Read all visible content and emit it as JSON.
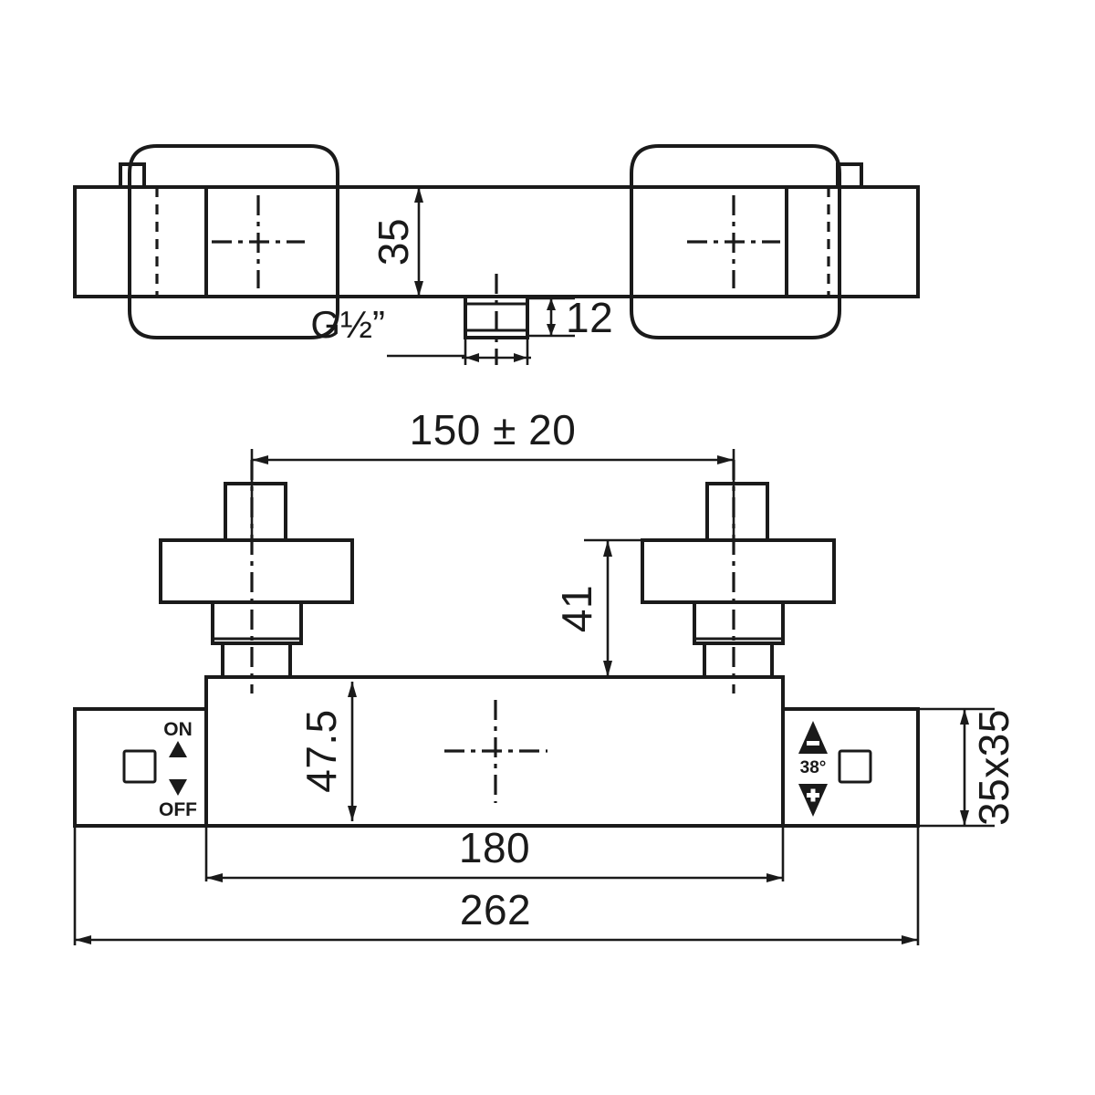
{
  "drawing": {
    "title": "Thermostatic shower mixer valve - dimensioned technical drawing",
    "line_color": "#1a1a1a",
    "background_color": "#ffffff",
    "views": [
      {
        "name": "top-view",
        "label": ""
      },
      {
        "name": "front-view",
        "label": ""
      }
    ]
  },
  "dimensions": {
    "top_view_height": "35",
    "outlet_thread": "G½”",
    "outlet_length": "12",
    "inlet_spacing": "150 ± 20",
    "inlet_height": "41",
    "body_height": "47.5",
    "body_width": "180",
    "overall_width": "262",
    "cross_section": "35x35"
  },
  "controls": {
    "left_panel": {
      "name": "flow-control",
      "top_label": "ON",
      "bottom_label": "OFF",
      "up_arrow": "▲",
      "down_arrow": "▼",
      "handle_shape": "square"
    },
    "right_panel": {
      "name": "temperature-control",
      "center_label": "38°",
      "up_arrow_sign": "−",
      "down_arrow_sign": "+",
      "handle_shape": "square"
    }
  }
}
